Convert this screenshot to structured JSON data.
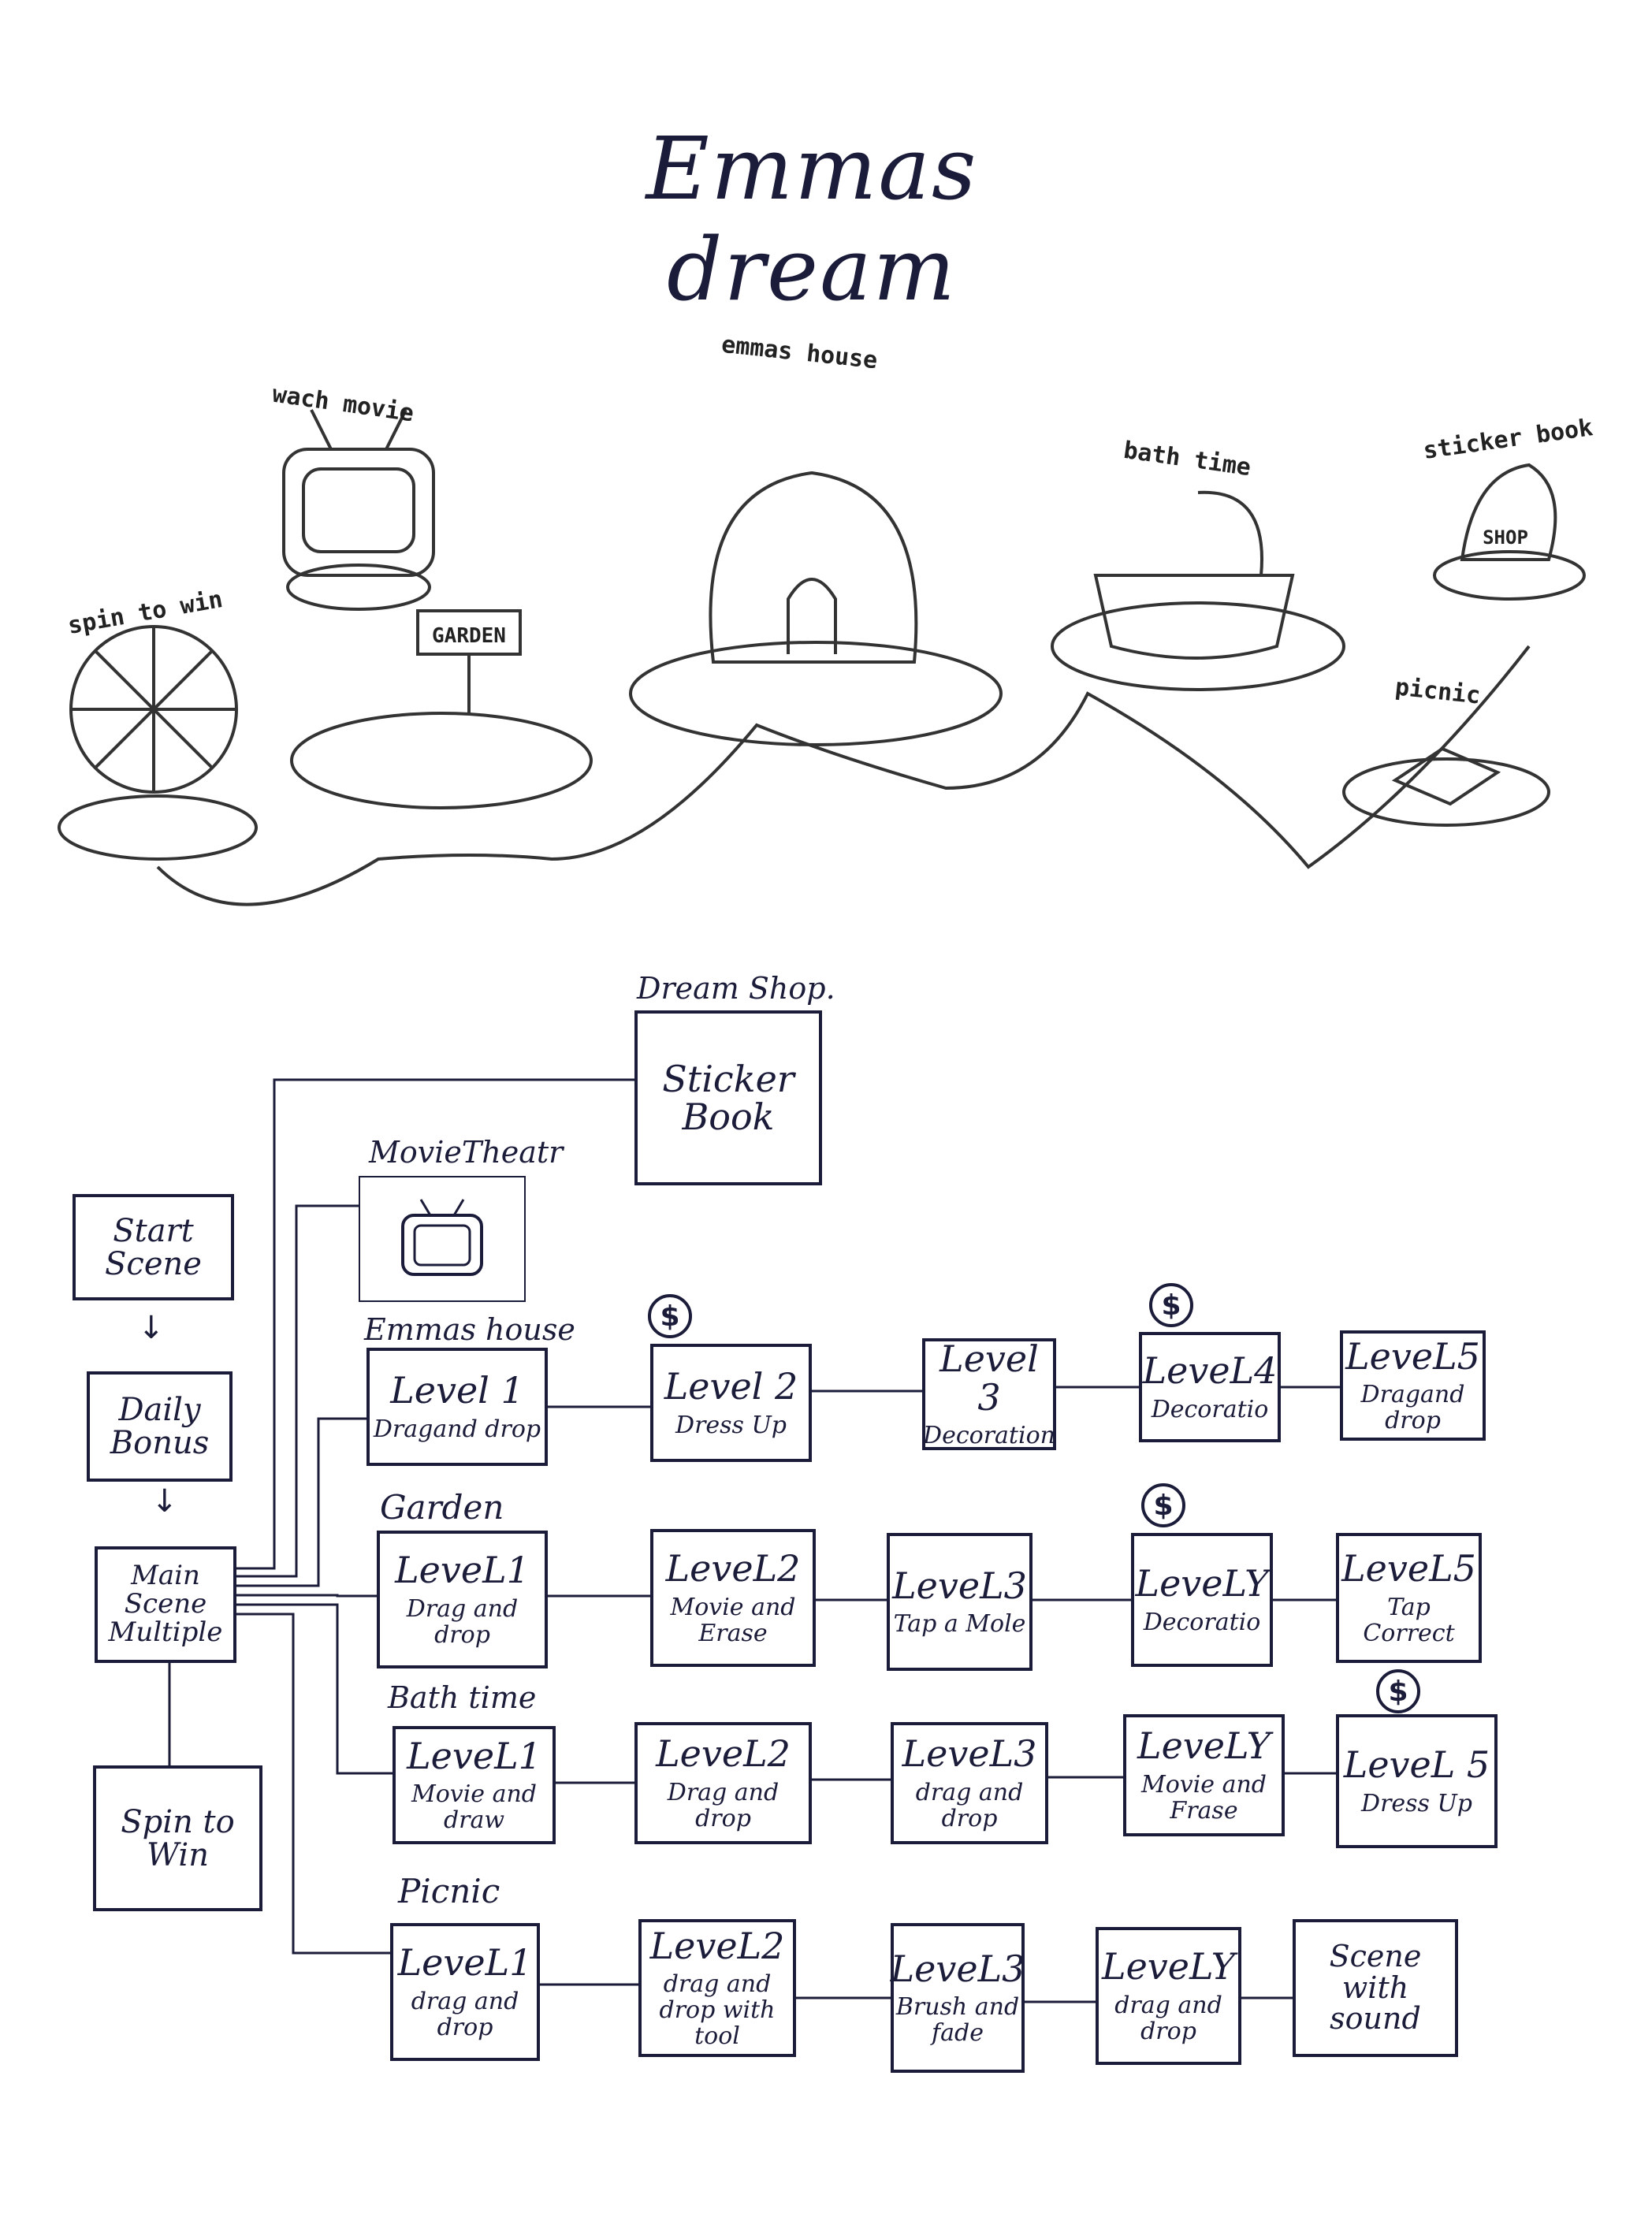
{
  "title": "Emmas dream",
  "map_labels": {
    "spin": "spin to win",
    "movie": "wach movie",
    "house": "emmas house",
    "bath": "bath time",
    "sticker": "sticker book",
    "picnic": "picnic",
    "garden_sign": "GARDEN",
    "shop_sign": "SHOP"
  },
  "flow": {
    "dream_shop_label": "Dream Shop.",
    "sticker_book": "Sticker Book",
    "movie_theatre_label": "MovieTheatr",
    "start_scene": "Start Scene",
    "daily_bonus": "Daily Bonus",
    "main_scene": "Main Scene Multiple",
    "spin_to_win": "Spin to Win",
    "arrow": "↓",
    "coin": "$"
  },
  "groups": [
    {
      "label": "Emmas house",
      "levels": [
        {
          "name": "Level 1",
          "desc": "Dragand drop"
        },
        {
          "name": "Level 2",
          "desc": "Dress Up",
          "coin": true
        },
        {
          "name": "Level 3",
          "desc": "Decoration"
        },
        {
          "name": "LeveL4",
          "desc": "Decoratio",
          "coin": true
        },
        {
          "name": "LeveL5",
          "desc": "Dragand drop"
        }
      ]
    },
    {
      "label": "Garden",
      "levels": [
        {
          "name": "LeveL1",
          "desc": "Drag and drop"
        },
        {
          "name": "LeveL2",
          "desc": "Movie and Erase"
        },
        {
          "name": "LeveL3",
          "desc": "Tap a Mole"
        },
        {
          "name": "LeveLY",
          "desc": "Decoratio",
          "coin": true
        },
        {
          "name": "LeveL5",
          "desc": "Tap Correct"
        }
      ]
    },
    {
      "label": "Bath time",
      "levels": [
        {
          "name": "LeveL1",
          "desc": "Movie and draw"
        },
        {
          "name": "LeveL2",
          "desc": "Drag and drop"
        },
        {
          "name": "LeveL3",
          "desc": "drag and drop"
        },
        {
          "name": "LeveLY",
          "desc": "Movie and Frase"
        },
        {
          "name": "LeveL 5",
          "desc": "Dress Up",
          "coin": true
        }
      ]
    },
    {
      "label": "Picnic",
      "levels": [
        {
          "name": "LeveL1",
          "desc": "drag and drop"
        },
        {
          "name": "LeveL2",
          "desc": "drag and drop with tool"
        },
        {
          "name": "LeveL3",
          "desc": "Brush and fade"
        },
        {
          "name": "LeveLY",
          "desc": "drag and drop"
        },
        {
          "name": "Scene with sound",
          "desc": ""
        }
      ]
    }
  ]
}
